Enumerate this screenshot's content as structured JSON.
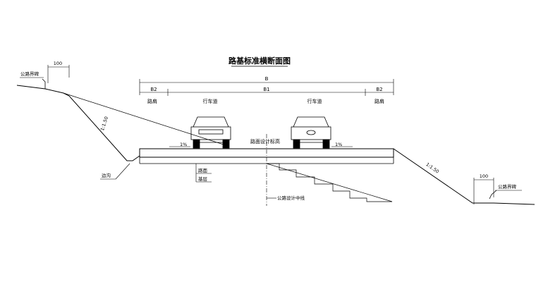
{
  "drawing": {
    "title": "路基标准横断面图",
    "dims": {
      "B": "B",
      "B1": "B1",
      "B2_left": "B2",
      "B2_right": "B2",
      "boundary_left": "100",
      "boundary_right": "100"
    },
    "labels": {
      "boundary_marker_left": "公路界碑",
      "boundary_marker_right": "公路界碑",
      "shoulder_left": "路肩",
      "shoulder_right": "路肩",
      "lane_left": "行车道",
      "lane_right": "行车道",
      "design_elevation": "路面设计标高",
      "slope_left": "1:1.50",
      "slope_right": "1:1.50",
      "crossfall_left": "1%",
      "crossfall_right": "1%",
      "ditch": "边沟",
      "pavement": "路面",
      "base": "基层",
      "centerline": "公路设计中线"
    }
  }
}
